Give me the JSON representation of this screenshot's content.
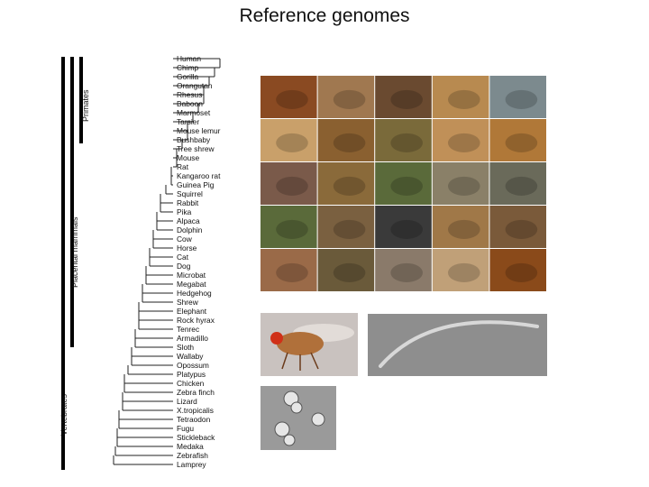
{
  "title": "Reference genomes",
  "groups": [
    "Primates",
    "Placental mammals",
    "Vertebrates"
  ],
  "species": [
    "Human",
    "Chimp",
    "Gorilla",
    "Orangutan",
    "Rhesus",
    "Baboon",
    "Marmoset",
    "Tarsier",
    "Mouse lemur",
    "Bushbaby",
    "Tree shrew",
    "Mouse",
    "Rat",
    "Kangaroo rat",
    "Guinea Pig",
    "Squirrel",
    "Rabbit",
    "Pika",
    "Alpaca",
    "Dolphin",
    "Cow",
    "Horse",
    "Cat",
    "Dog",
    "Microbat",
    "Megabat",
    "Hedgehog",
    "Shrew",
    "Elephant",
    "Rock hyrax",
    "Tenrec",
    "Armadillo",
    "Sloth",
    "Wallaby",
    "Opossum",
    "Platypus",
    "Chicken",
    "Zebra finch",
    "Lizard",
    "X.tropicalis",
    "Tetraodon",
    "Fugu",
    "Stickleback",
    "Medaka",
    "Zebrafish",
    "Lamprey"
  ],
  "photo_grid_colors": [
    [
      "#8a4a22",
      "#a07850",
      "#6a4a30",
      "#b88a50",
      "#7c8a8e"
    ],
    [
      "#c9a06a",
      "#8a6030",
      "#7a6a3a",
      "#c09058",
      "#b07838"
    ],
    [
      "#7a5a4a",
      "#8a6a3a",
      "#5a6a3a",
      "#8a8068",
      "#6a6a5a"
    ],
    [
      "#5a6a3a",
      "#7a6040",
      "#3a3a3a",
      "#a07848",
      "#7a5a3a"
    ],
    [
      "#9a6a48",
      "#6a5a3a",
      "#8a7a6a",
      "#c0a078",
      "#8a4a1a"
    ]
  ],
  "fly_colors": {
    "background": "#c9c2bf",
    "body": "#b0703a",
    "eye": "#d03018"
  },
  "worm_colors": {
    "background": "#8e8e8e",
    "worm": "#d8d8d8"
  },
  "yeast_colors": {
    "background": "#9a9a9a",
    "cell": "#e6e6e6"
  }
}
